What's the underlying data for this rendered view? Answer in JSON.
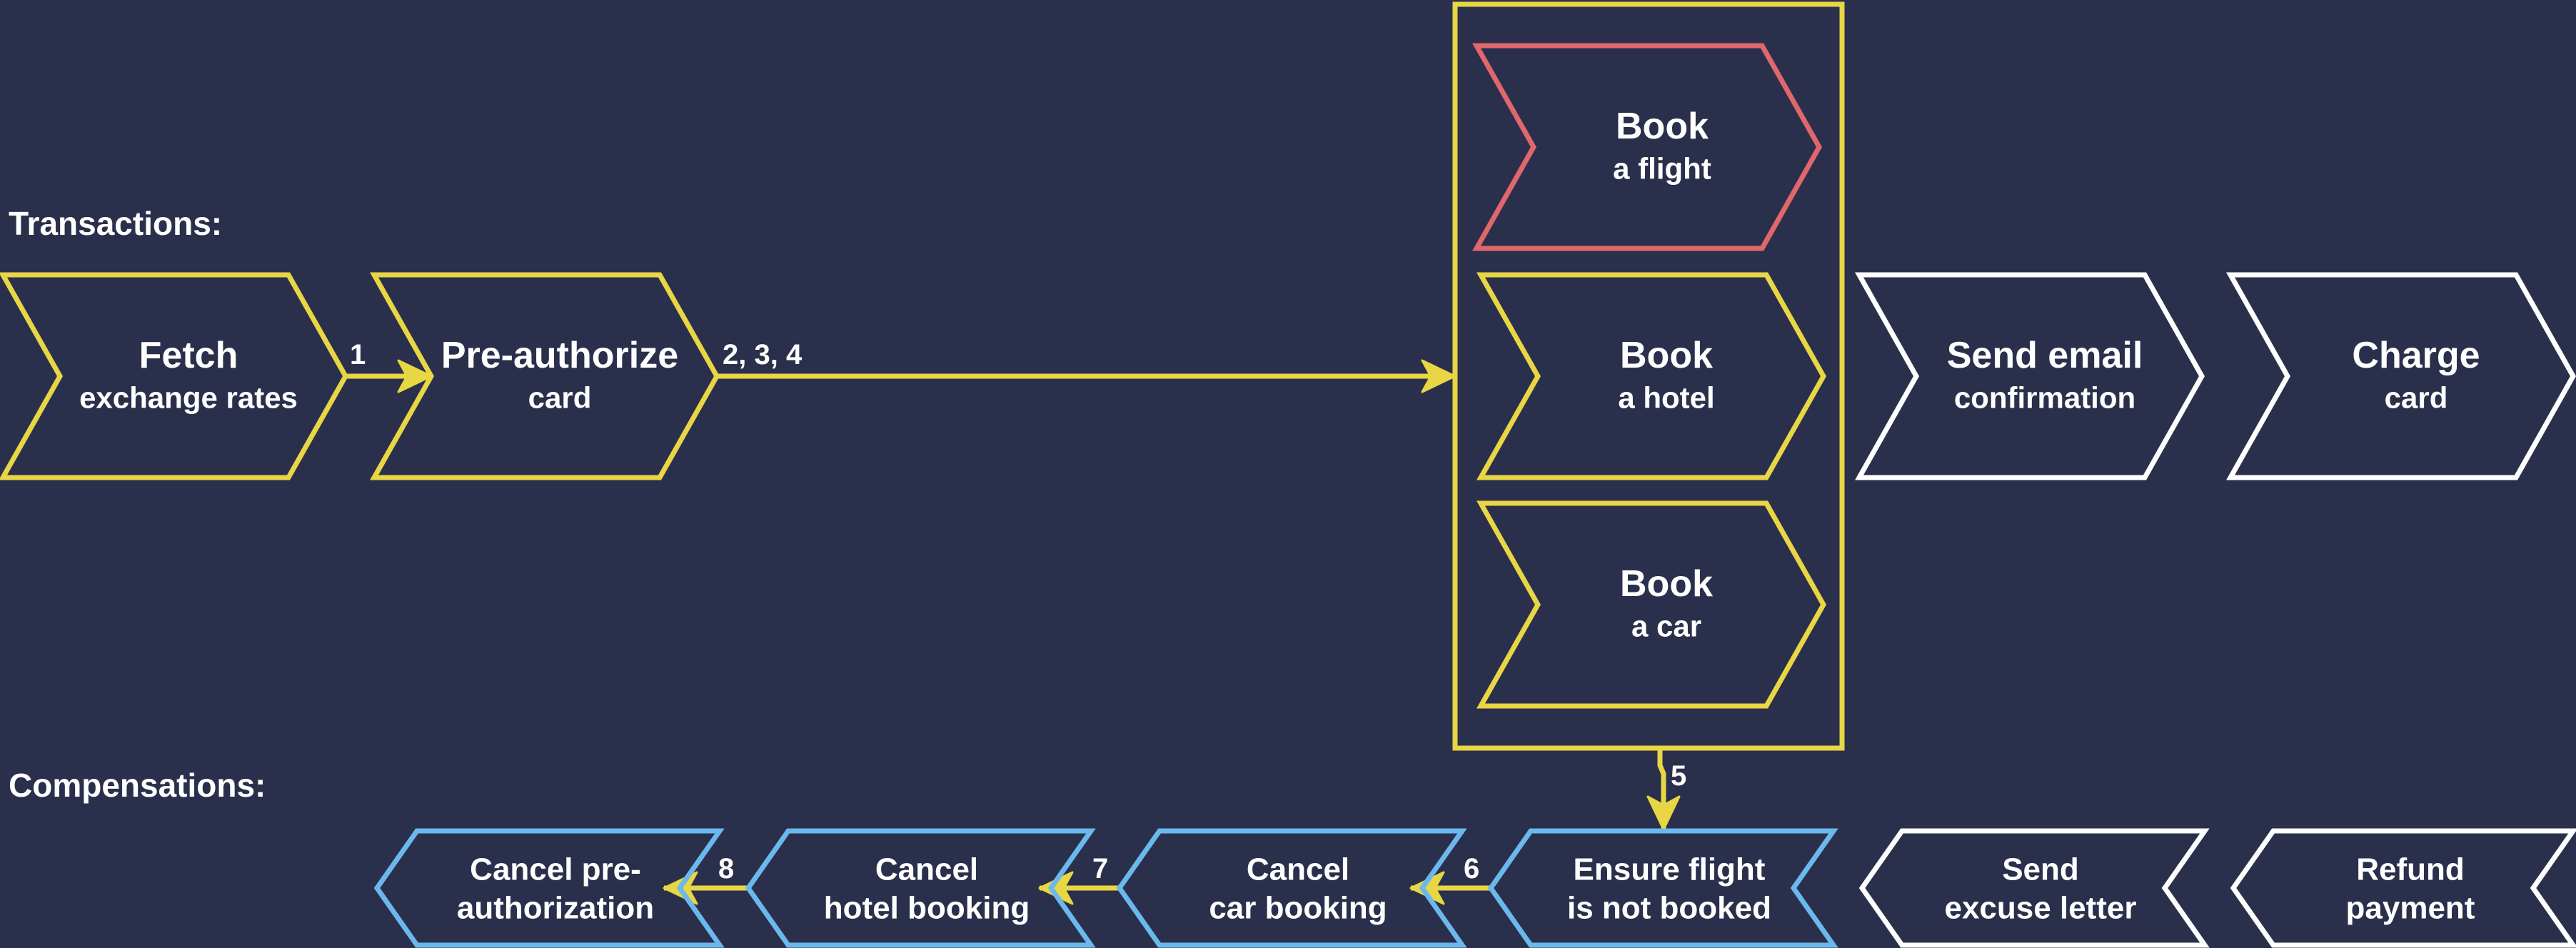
{
  "labels": {
    "transactions": "Transactions:",
    "compensations": "Compensations:"
  },
  "colors": {
    "background": "#2a304c",
    "transaction": "#e8d644",
    "failed": "#e0676b",
    "compensation": "#6bb8ec",
    "pending": "#ffffff",
    "text": "#ffffff"
  },
  "transactions": [
    {
      "id": "fetch",
      "line1": "Fetch",
      "line2": "exchange rates",
      "status": "done"
    },
    {
      "id": "preauth",
      "line1": "Pre-authorize",
      "line2": "card",
      "status": "done"
    },
    {
      "id": "flight",
      "line1": "Book",
      "line2": "a flight",
      "status": "failed"
    },
    {
      "id": "hotel",
      "line1": "Book",
      "line2": "a hotel",
      "status": "done"
    },
    {
      "id": "car",
      "line1": "Book",
      "line2": "a car",
      "status": "done"
    },
    {
      "id": "email",
      "line1": "Send email",
      "line2": "confirmation",
      "status": "pending"
    },
    {
      "id": "charge",
      "line1": "Charge",
      "line2": "card",
      "status": "pending"
    }
  ],
  "compensations": [
    {
      "id": "cancel-preauth",
      "line1": "Cancel pre-",
      "line2": "authorization",
      "status": "done"
    },
    {
      "id": "cancel-hotel",
      "line1": "Cancel",
      "line2": "hotel booking",
      "status": "done"
    },
    {
      "id": "cancel-car",
      "line1": "Cancel",
      "line2": "car booking",
      "status": "done"
    },
    {
      "id": "ensure-flight",
      "line1": "Ensure flight",
      "line2": "is not booked",
      "status": "done"
    },
    {
      "id": "send-excuse",
      "line1": "Send",
      "line2": "excuse letter",
      "status": "pending"
    },
    {
      "id": "refund",
      "line1": "Refund",
      "line2": "payment",
      "status": "pending"
    }
  ],
  "edges": [
    {
      "id": "edge-1",
      "label": "1"
    },
    {
      "id": "edge-2-3-4",
      "label": "2, 3, 4"
    },
    {
      "id": "edge-5",
      "label": "5"
    },
    {
      "id": "edge-6",
      "label": "6"
    },
    {
      "id": "edge-7",
      "label": "7"
    },
    {
      "id": "edge-8",
      "label": "8"
    }
  ]
}
